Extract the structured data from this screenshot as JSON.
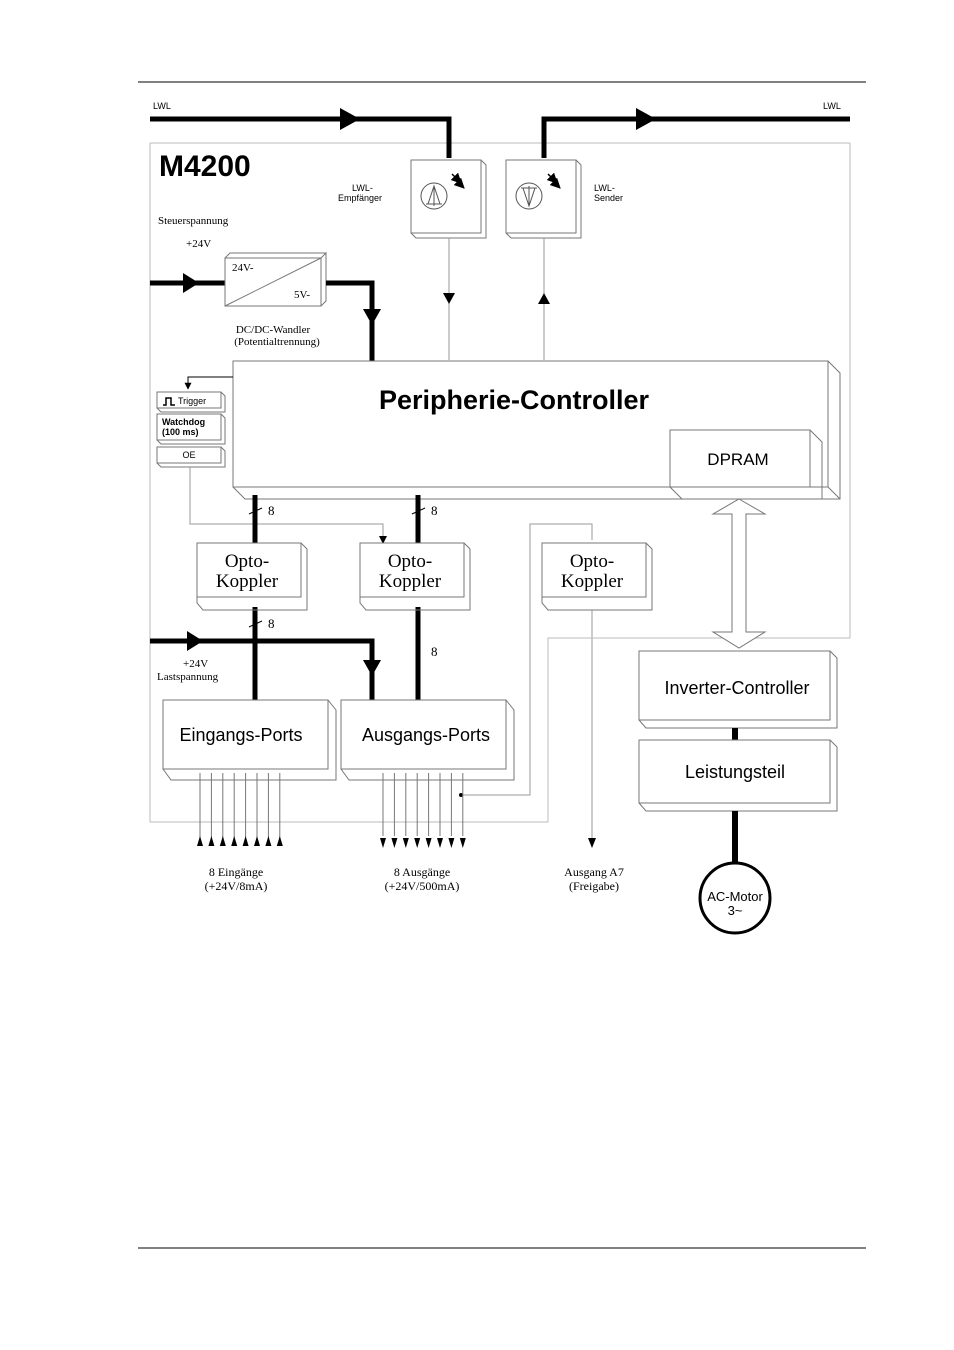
{
  "title": "M4200",
  "lwl_left": "LWL",
  "lwl_right": "LWL",
  "receiver": [
    "LWL-",
    "Empfänger"
  ],
  "sender": [
    "LWL-",
    "Sender"
  ],
  "control_voltage": {
    "label": "Steuerspannung",
    "value": "+24V"
  },
  "dcdc": {
    "in": "24V-",
    "out": "5V-",
    "caption": [
      "DC/DC-Wandler",
      "(Potentialtrennung)"
    ]
  },
  "peripherie": "Peripherie-Controller",
  "dpram": "DPRAM",
  "trigger": "Trigger",
  "watchdog": [
    "Watchdog",
    "(100  ms)"
  ],
  "oe": "OE",
  "bus_width": "8",
  "opto": [
    "Opto-",
    "Koppler"
  ],
  "load_voltage": {
    "value": "+24V",
    "label": "Lastspannung"
  },
  "eingangs_ports": "Eingangs-Ports",
  "ausgangs_ports": "Ausgangs-Ports",
  "inverter": "Inverter-Controller",
  "leistungsteil": "Leistungsteil",
  "inputs_caption": [
    "8  Eingänge",
    "(+24V/8mA)"
  ],
  "outputs_caption": [
    "8  Ausgänge",
    "(+24V/500mA)"
  ],
  "a7_caption": [
    "Ausgang  A7",
    "(Freigabe)"
  ],
  "motor": [
    "AC-Motor",
    "3~"
  ]
}
